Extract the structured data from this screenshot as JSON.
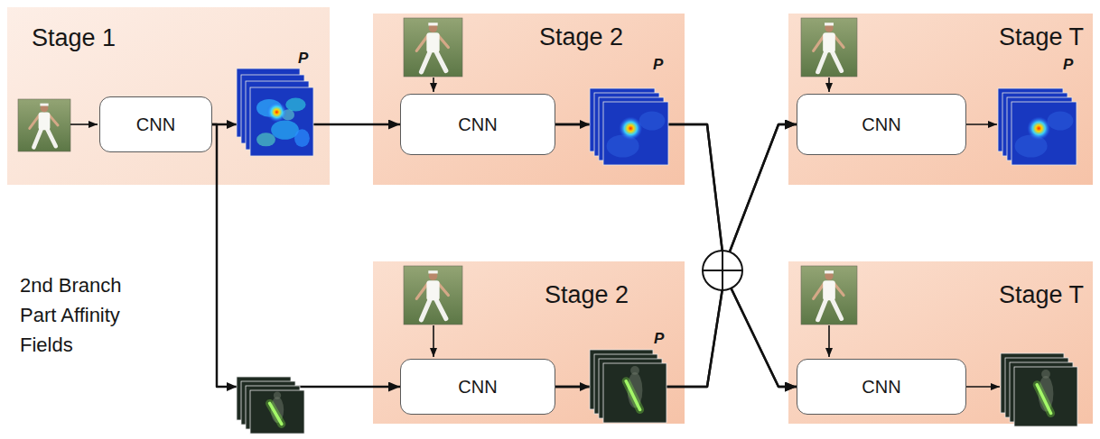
{
  "diagram": {
    "nodes": [
      {
        "text": [
          "Stage 1"
        ]
      },
      {
        "text": [
          "CNN"
        ],
        "in": 0
      },
      {
        "text": [
          "Stage 2"
        ]
      },
      {
        "text": [
          "CNN"
        ],
        "in": 2
      },
      {
        "text": [
          "Stage T"
        ]
      },
      {
        "text": [
          "CNN"
        ],
        "in": 4
      },
      {
        "text": [
          "Stage 2"
        ]
      },
      {
        "text": [
          "CNN"
        ],
        "in": 6
      },
      {
        "text": [
          "Stage T"
        ]
      },
      {
        "text": [
          "CNN"
        ],
        "in": 8
      }
    ],
    "edges": [
      {
        "from": 1,
        "to": 3,
        "arrow": "to"
      },
      {
        "from": 1,
        "to": 7,
        "arrow": "to"
      },
      {
        "from": 3,
        "to": 5,
        "arrow": "to"
      },
      {
        "from": 3,
        "to": 9,
        "arrow": "to"
      },
      {
        "from": 7,
        "to": 5,
        "arrow": "to"
      },
      {
        "from": 7,
        "to": 9,
        "arrow": "to"
      }
    ],
    "labels": [
      "2nd Branch Part Affinity Fields",
      "P",
      "P",
      "P",
      "P"
    ]
  }
}
